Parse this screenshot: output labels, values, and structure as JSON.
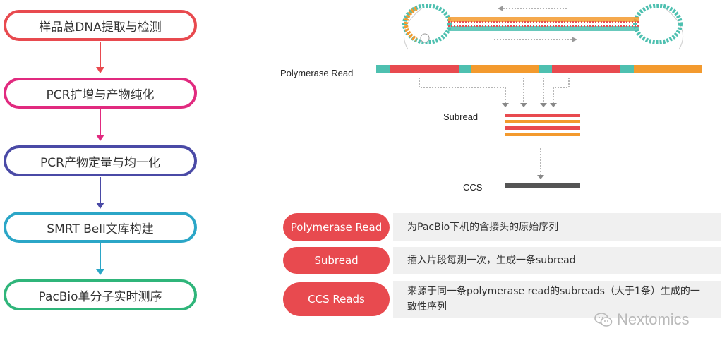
{
  "workflow": {
    "steps": [
      {
        "label": "样品总DNA提取与检测",
        "color": "#e84a4f"
      },
      {
        "label": "PCR扩增与产物纯化",
        "color": "#e12a7f"
      },
      {
        "label": "PCR产物定量与均一化",
        "color": "#4a4aa6"
      },
      {
        "label": "SMRT Bell文库构建",
        "color": "#2ba6c7"
      },
      {
        "label": "PacBio单分子实时测序",
        "color": "#2fb57a"
      }
    ]
  },
  "diagram": {
    "polymerase_read_label": "Polymerase Read",
    "subread_label": "Subread",
    "ccs_label": "CCS",
    "colors": {
      "adapter": "#4ec0b0",
      "red": "#e84a4f",
      "orange": "#f39a2e",
      "ccs": "#555555"
    }
  },
  "definitions": [
    {
      "term": "Polymerase Read",
      "desc": "为PacBio下机的含接头的原始序列"
    },
    {
      "term": "Subread",
      "desc": "插入片段每测一次，生成一条subread"
    },
    {
      "term": "CCS Reads",
      "desc": "来源于同一条polymerase read的subreads（大于1条）生成的一致性序列"
    }
  ],
  "watermark": {
    "text": "Nextomics",
    "icon": "wechat-icon"
  }
}
